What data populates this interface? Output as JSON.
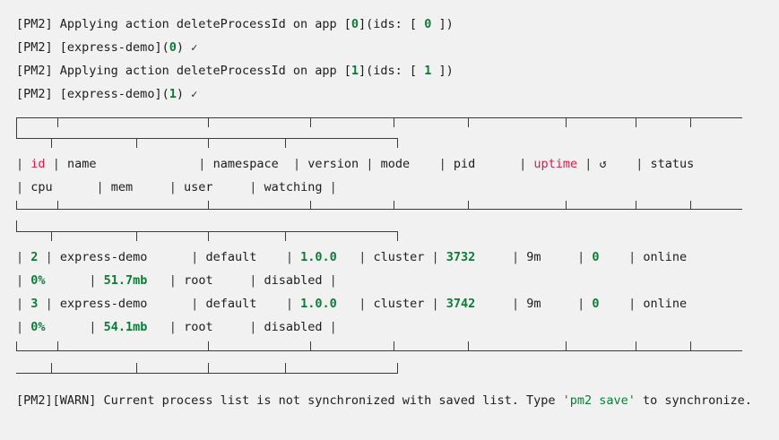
{
  "terminal": {
    "background": "#f1f1f1",
    "foreground": "#1c1c1c",
    "accent_green": "#0a7c36",
    "accent_red": "#d81b4a",
    "border_color": "#3a3a3a"
  },
  "log_lines": [
    {
      "prefix": "[PM2] ",
      "text_a": "Applying action deleteProcessId on app [",
      "id": "0",
      "text_b": "](ids: [ ",
      "id2": "0",
      "text_c": " ])"
    },
    {
      "prefix": "[PM2] ",
      "text_a": "[express-demo](",
      "id": "0",
      "text_b": ") ",
      "check": "✓"
    },
    {
      "prefix": "[PM2] ",
      "text_a": "Applying action deleteProcessId on app [",
      "id": "1",
      "text_b": "](ids: [ ",
      "id2": "1",
      "text_c": " ])"
    },
    {
      "prefix": "[PM2] ",
      "text_a": "[express-demo](",
      "id": "1",
      "text_b": ") ",
      "check": "✓"
    }
  ],
  "table": {
    "headers_row1": {
      "id": "id",
      "name": "name",
      "namespace": "namespace",
      "version": "version",
      "mode": "mode",
      "pid": "pid",
      "uptime": "uptime",
      "restarts_icon": "↺",
      "status": "status"
    },
    "headers_row2": {
      "cpu": "cpu",
      "mem": "mem",
      "user": "user",
      "watching": "watching"
    },
    "rows": [
      {
        "id": "2",
        "name": "express-demo",
        "namespace": "default",
        "version": "1.0.0",
        "mode": "cluster",
        "pid": "3732",
        "uptime": "9m",
        "restarts": "0",
        "status": "online",
        "cpu": "0%",
        "mem": "51.7mb",
        "user": "root",
        "watching": "disabled"
      },
      {
        "id": "3",
        "name": "express-demo",
        "namespace": "default",
        "version": "1.0.0",
        "mode": "cluster",
        "pid": "3742",
        "uptime": "9m",
        "restarts": "0",
        "status": "online",
        "cpu": "0%",
        "mem": "54.1mb",
        "user": "root",
        "watching": "disabled"
      }
    ],
    "separator": "|"
  },
  "warning": {
    "prefix": "[PM2][WARN] ",
    "text_a": "Current process list is not synchronized with saved list. Type ",
    "command": "'pm2 save'",
    "text_b": " to synchronize."
  }
}
